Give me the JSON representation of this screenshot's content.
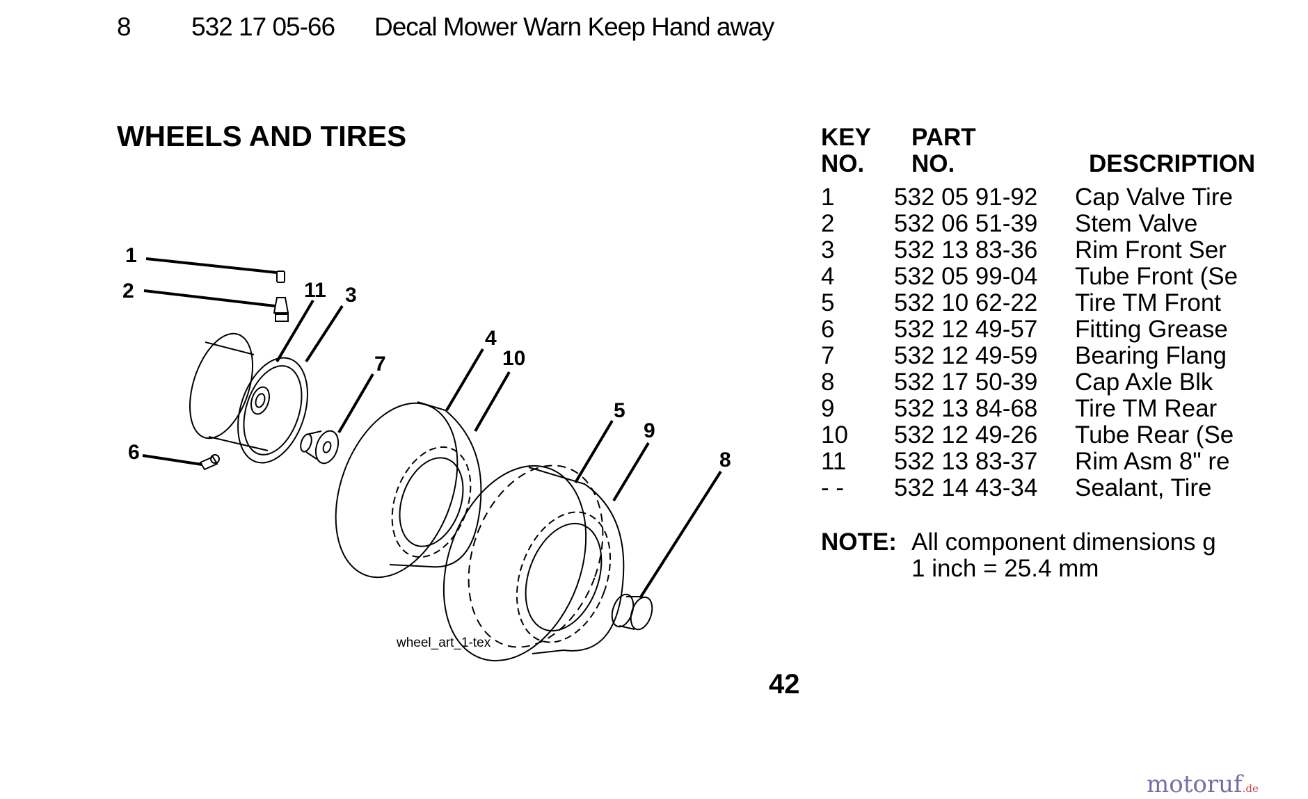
{
  "header_fragment": {
    "key": "8",
    "part": "532 17 05-66",
    "description": "Decal Mower Warn Keep Hand away"
  },
  "title": "WHEELS AND TIRES",
  "diagram": {
    "caption": "wheel_art_1-tex",
    "callouts": [
      "1",
      "2",
      "11",
      "3",
      "7",
      "6",
      "4",
      "10",
      "5",
      "9",
      "8"
    ]
  },
  "parts_table": {
    "headers": {
      "key_line1": "KEY",
      "key_line2": "NO.",
      "part_line1": "PART",
      "part_line2": "NO.",
      "description": "DESCRIPTION"
    },
    "rows": [
      {
        "key": "1",
        "part": "532 05 91-92",
        "description": "Cap Valve Tire"
      },
      {
        "key": "2",
        "part": "532 06 51-39",
        "description": "Stem Valve"
      },
      {
        "key": "3",
        "part": "532 13 83-36",
        "description": "Rim Front Ser"
      },
      {
        "key": "4",
        "part": "532 05 99-04",
        "description": "Tube Front (Se"
      },
      {
        "key": "5",
        "part": "532 10 62-22",
        "description": "Tire TM Front"
      },
      {
        "key": "6",
        "part": "532 12 49-57",
        "description": "Fitting Grease"
      },
      {
        "key": "7",
        "part": "532 12 49-59",
        "description": "Bearing Flang"
      },
      {
        "key": "8",
        "part": "532 17 50-39",
        "description": "Cap Axle Blk"
      },
      {
        "key": "9",
        "part": "532 13 84-68",
        "description": "Tire TM Rear"
      },
      {
        "key": "10",
        "part": "532 12 49-26",
        "description": "Tube Rear (Se"
      },
      {
        "key": "11",
        "part": "532 13 83-37",
        "description": "Rim Asm 8\" re"
      },
      {
        "key": "- -",
        "part": "532 14 43-34",
        "description": "Sealant, Tire"
      }
    ]
  },
  "note": {
    "label": "NOTE:",
    "text": "All component dimensions g",
    "text_line2": "1 inch = 25.4 mm"
  },
  "page_number": "42",
  "watermark": {
    "brand": "motoruf",
    "suffix": ".de"
  }
}
